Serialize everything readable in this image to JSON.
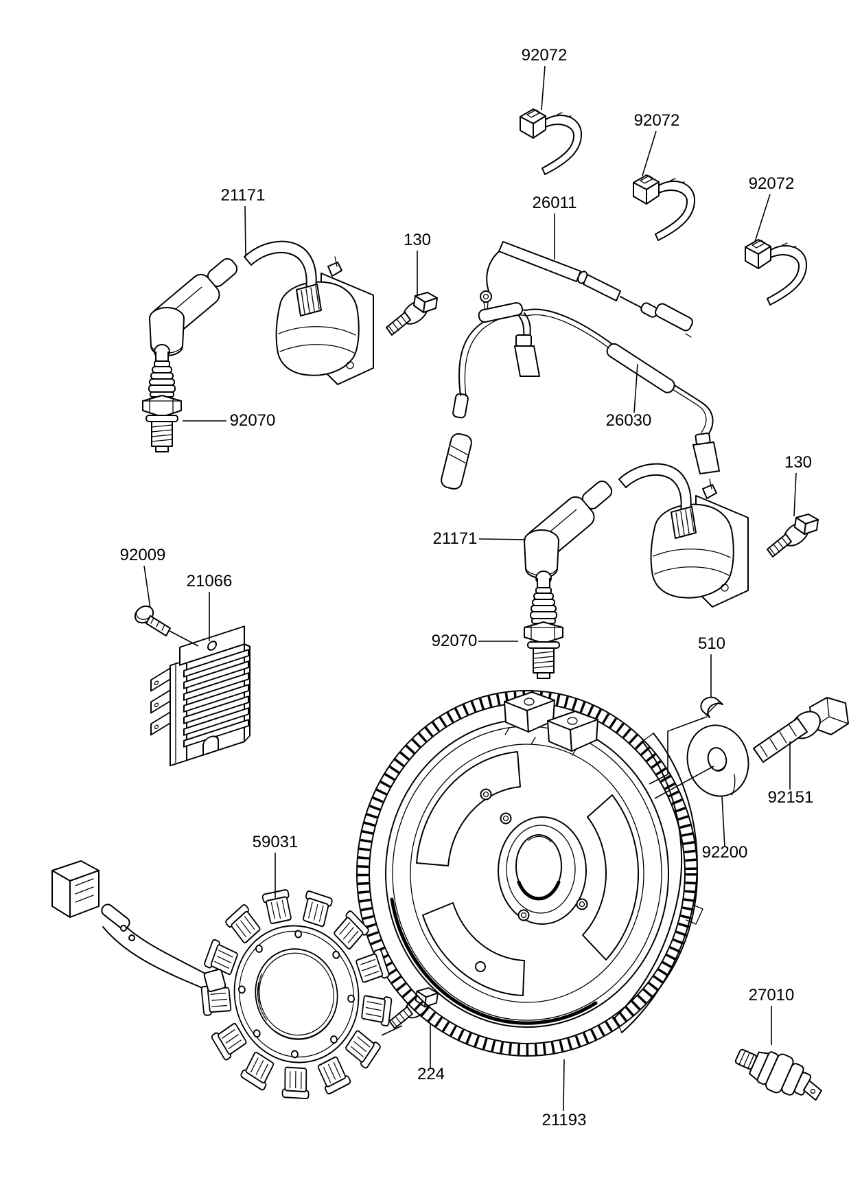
{
  "page": {
    "background": "#ffffff",
    "ink": "#000000"
  },
  "callouts": [
    {
      "part_no": "92072"
    },
    {
      "part_no": "92072"
    },
    {
      "part_no": "92072"
    },
    {
      "part_no": "21171"
    },
    {
      "part_no": "130"
    },
    {
      "part_no": "26011"
    },
    {
      "part_no": "92070"
    },
    {
      "part_no": "26030"
    },
    {
      "part_no": "21171"
    },
    {
      "part_no": "92070"
    },
    {
      "part_no": "130"
    },
    {
      "part_no": "92009"
    },
    {
      "part_no": "21066"
    },
    {
      "part_no": "510"
    },
    {
      "part_no": "92151"
    },
    {
      "part_no": "92200"
    },
    {
      "part_no": "59031"
    },
    {
      "part_no": "224"
    },
    {
      "part_no": "21193"
    },
    {
      "part_no": "27010"
    }
  ]
}
